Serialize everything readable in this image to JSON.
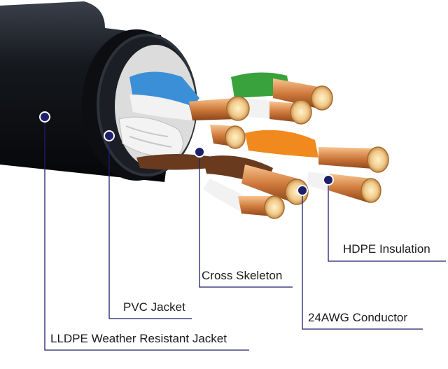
{
  "diagram": {
    "labels": {
      "hdpe_insulation": "HDPE Insulation",
      "cross_skeleton": "Cross Skeleton",
      "conductor": "24AWG Conductor",
      "pvc_jacket": "PVC Jacket",
      "outer_jacket": "LLDPE Weather Resistant Jacket"
    }
  }
}
